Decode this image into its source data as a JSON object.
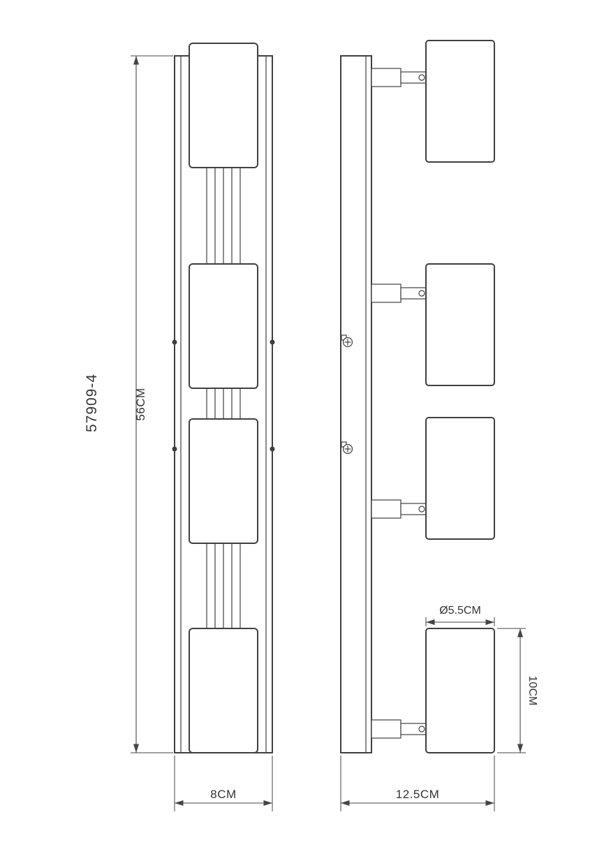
{
  "drawing": {
    "model": "57909-4",
    "dimensions": {
      "height": "56CM",
      "width": "8CM",
      "depth": "12.5CM",
      "head_diameter": "Ø5.5CM",
      "head_length": "10CM"
    },
    "colors": {
      "line": "#3f3f3f",
      "dimension": "#454545",
      "text": "#333333",
      "background": "#ffffff"
    }
  }
}
